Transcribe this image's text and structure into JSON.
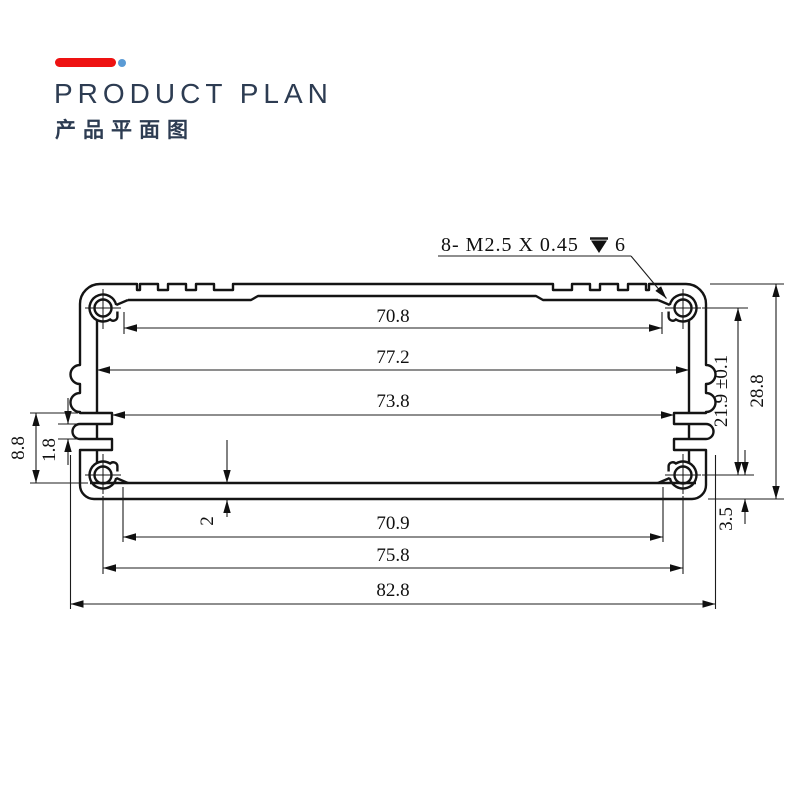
{
  "header": {
    "title": "PRODUCT PLAN",
    "subtitle": "产品平面图"
  },
  "colors": {
    "accent_red": "#ee1212",
    "accent_blue": "#5b9bd5",
    "heading": "#2d3c52",
    "line": "#141414"
  },
  "annotation": {
    "thread_note": "8- M2.5 X 0.45",
    "depth_symbol": "countersink-depth",
    "depth_value": "6"
  },
  "dimensions": {
    "top_opening": "70.8",
    "inner_width": "77.2",
    "groove_span": "73.8",
    "bottom_opening": "70.9",
    "hole_spacing": "75.8",
    "overall_width": "82.8",
    "base_thickness": "2",
    "pocket_depth": "8.8",
    "slot_gap": "1.8",
    "hole_spacing_vertical": "21.9 ±0.1",
    "overall_height": "28.8",
    "corner_offset": "3.5"
  }
}
